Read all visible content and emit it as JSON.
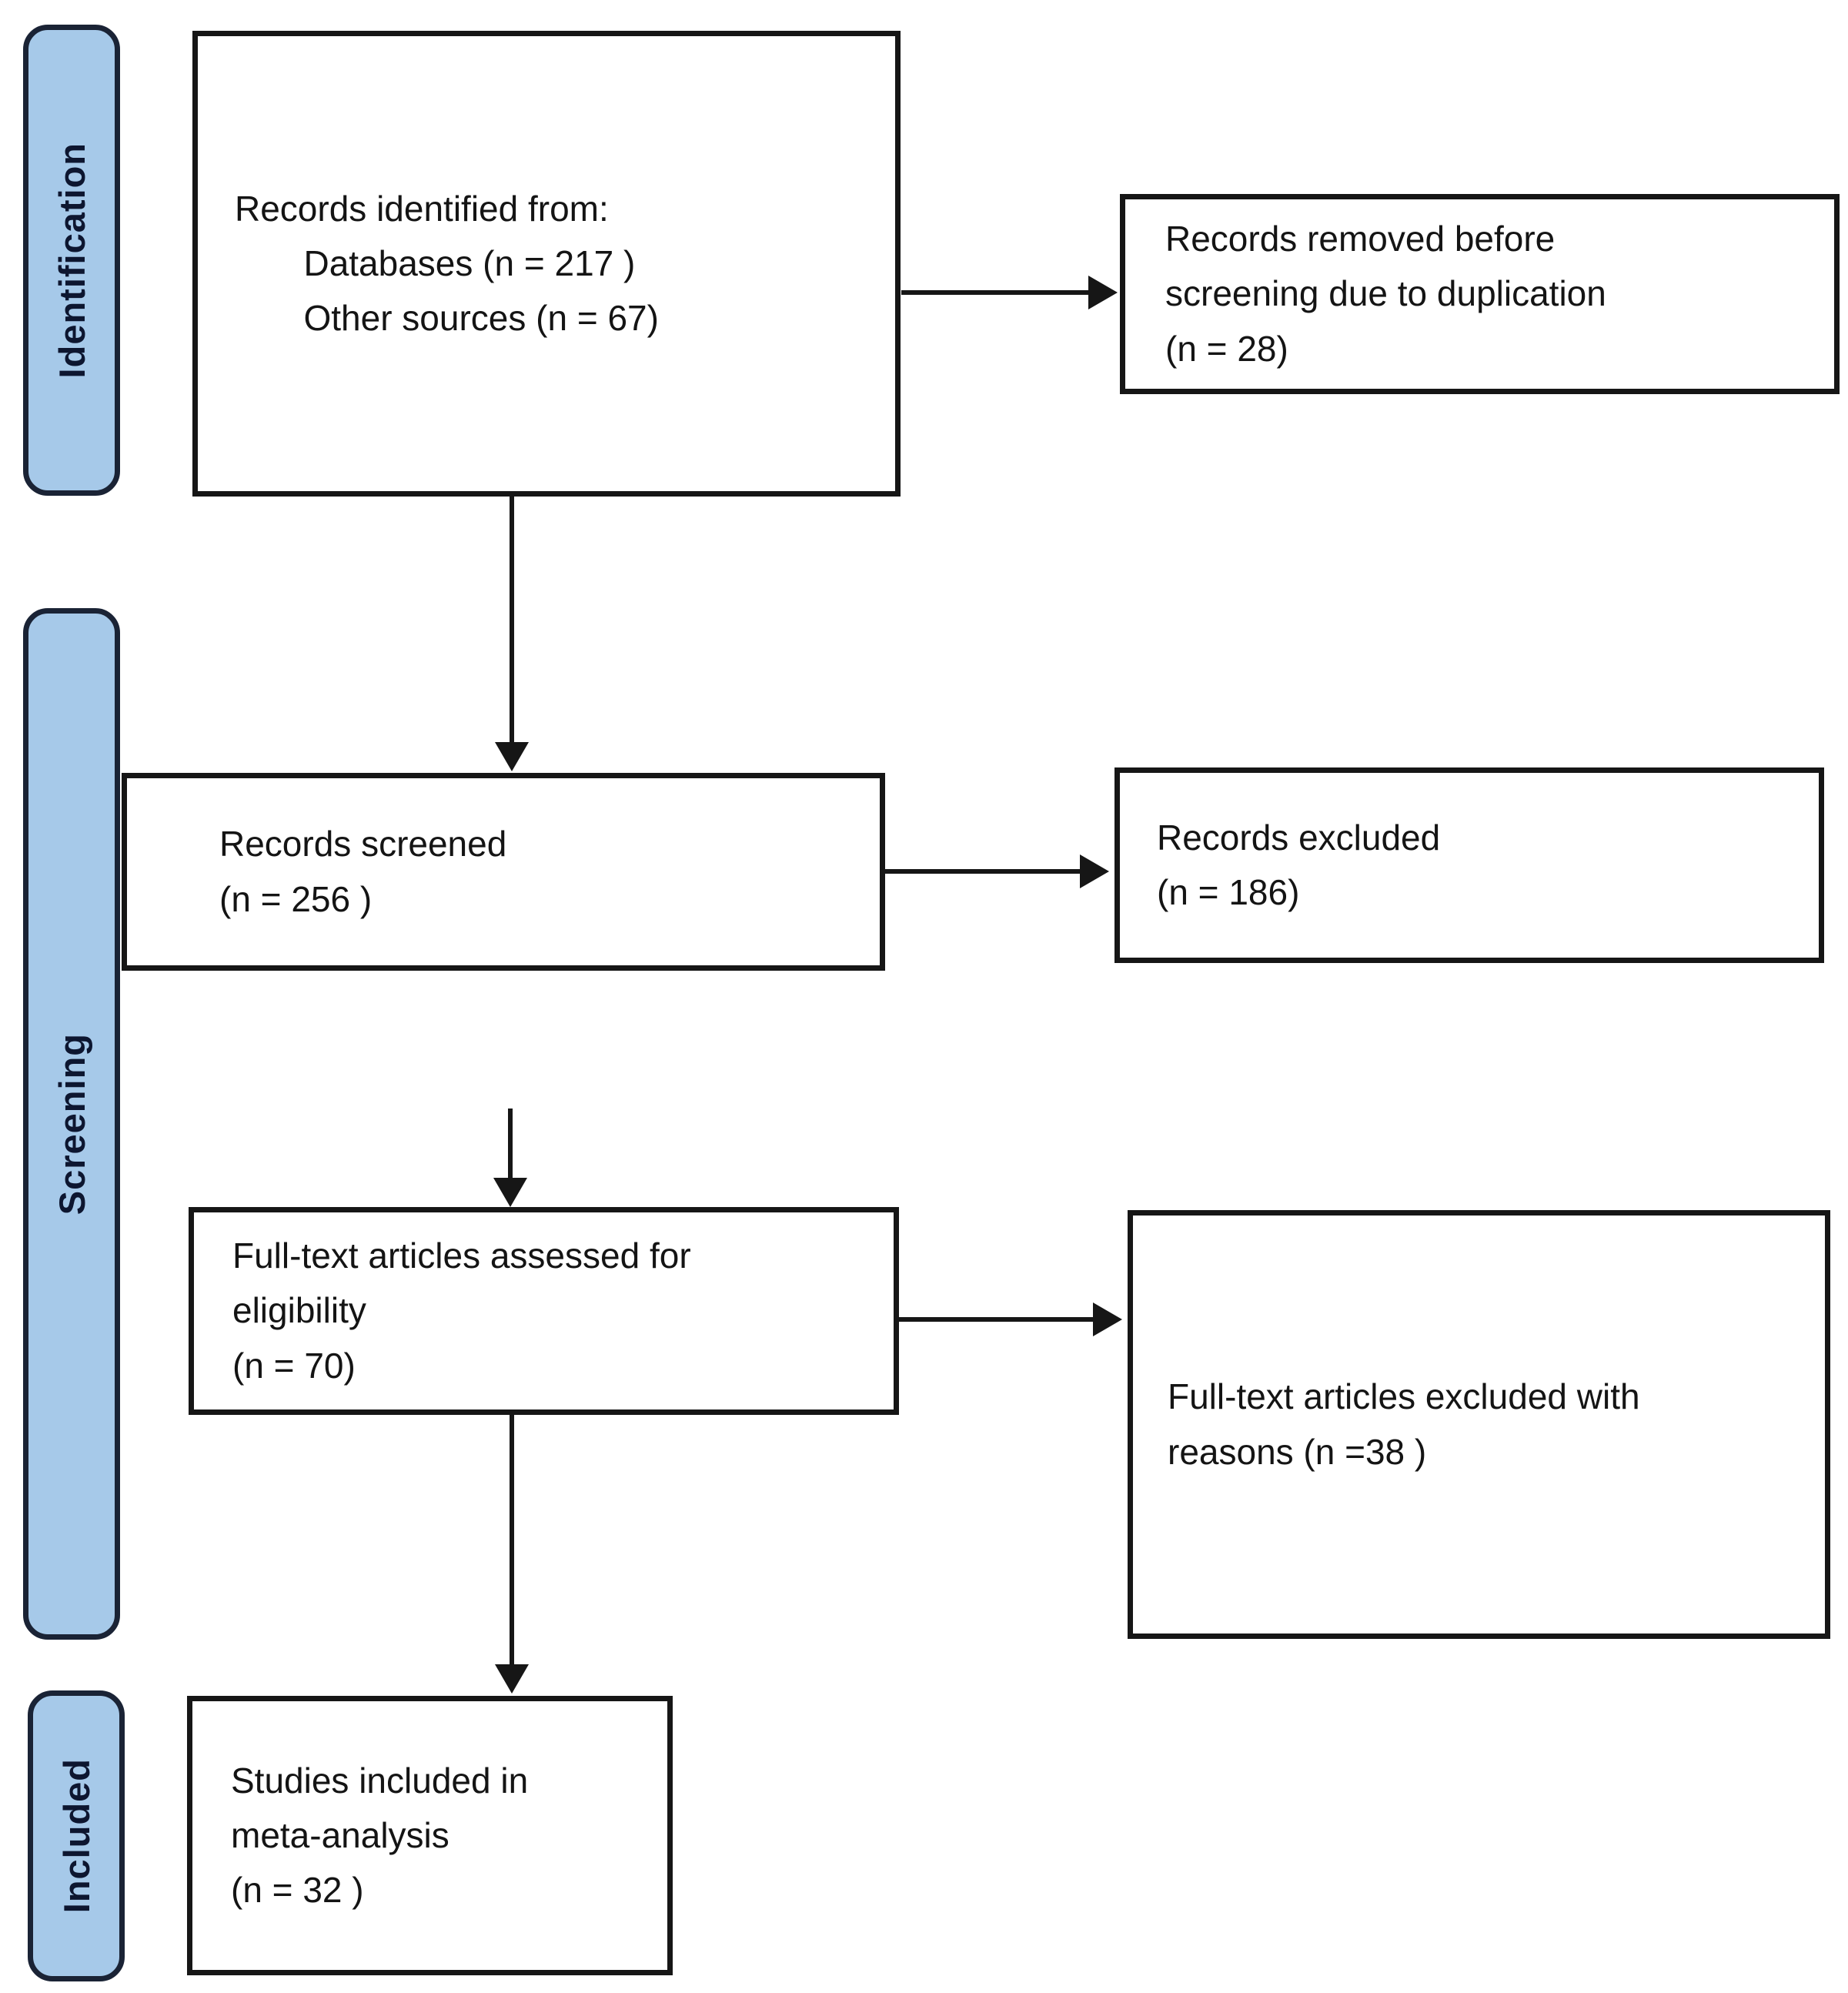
{
  "stages": {
    "identification": "Identification",
    "screening": "Screening",
    "included": "Included"
  },
  "boxes": {
    "identified": {
      "text": "Records identified from:\n       Databases (n = 217 )\n       Other sources (n = 67)"
    },
    "removed": {
      "text": "Records removed before\nscreening due to duplication\n(n = 28)"
    },
    "screened": {
      "text": "Records screened\n(n = 256 )"
    },
    "excluded": {
      "text": "Records excluded\n(n = 186)"
    },
    "fulltext_assessed": {
      "text": "Full-text articles assessed for\neligibility\n(n = 70)"
    },
    "fulltext_excluded": {
      "text": "Full-text articles excluded with\nreasons (n =38 )"
    },
    "included_studies": {
      "text": "Studies included in\nmeta-analysis\n(n = 32 )"
    }
  },
  "counts": {
    "databases": 217,
    "other_sources": 67,
    "removed_before_screening_duplicates": 28,
    "records_screened": 256,
    "records_excluded": 186,
    "fulltext_assessed": 70,
    "fulltext_excluded_with_reasons": 38,
    "studies_included_meta_analysis": 32
  },
  "colors": {
    "stage_fill": "#a6c9e9",
    "stage_border": "#1a2335",
    "box_border": "#161616",
    "text": "#141414",
    "background": "#ffffff"
  }
}
